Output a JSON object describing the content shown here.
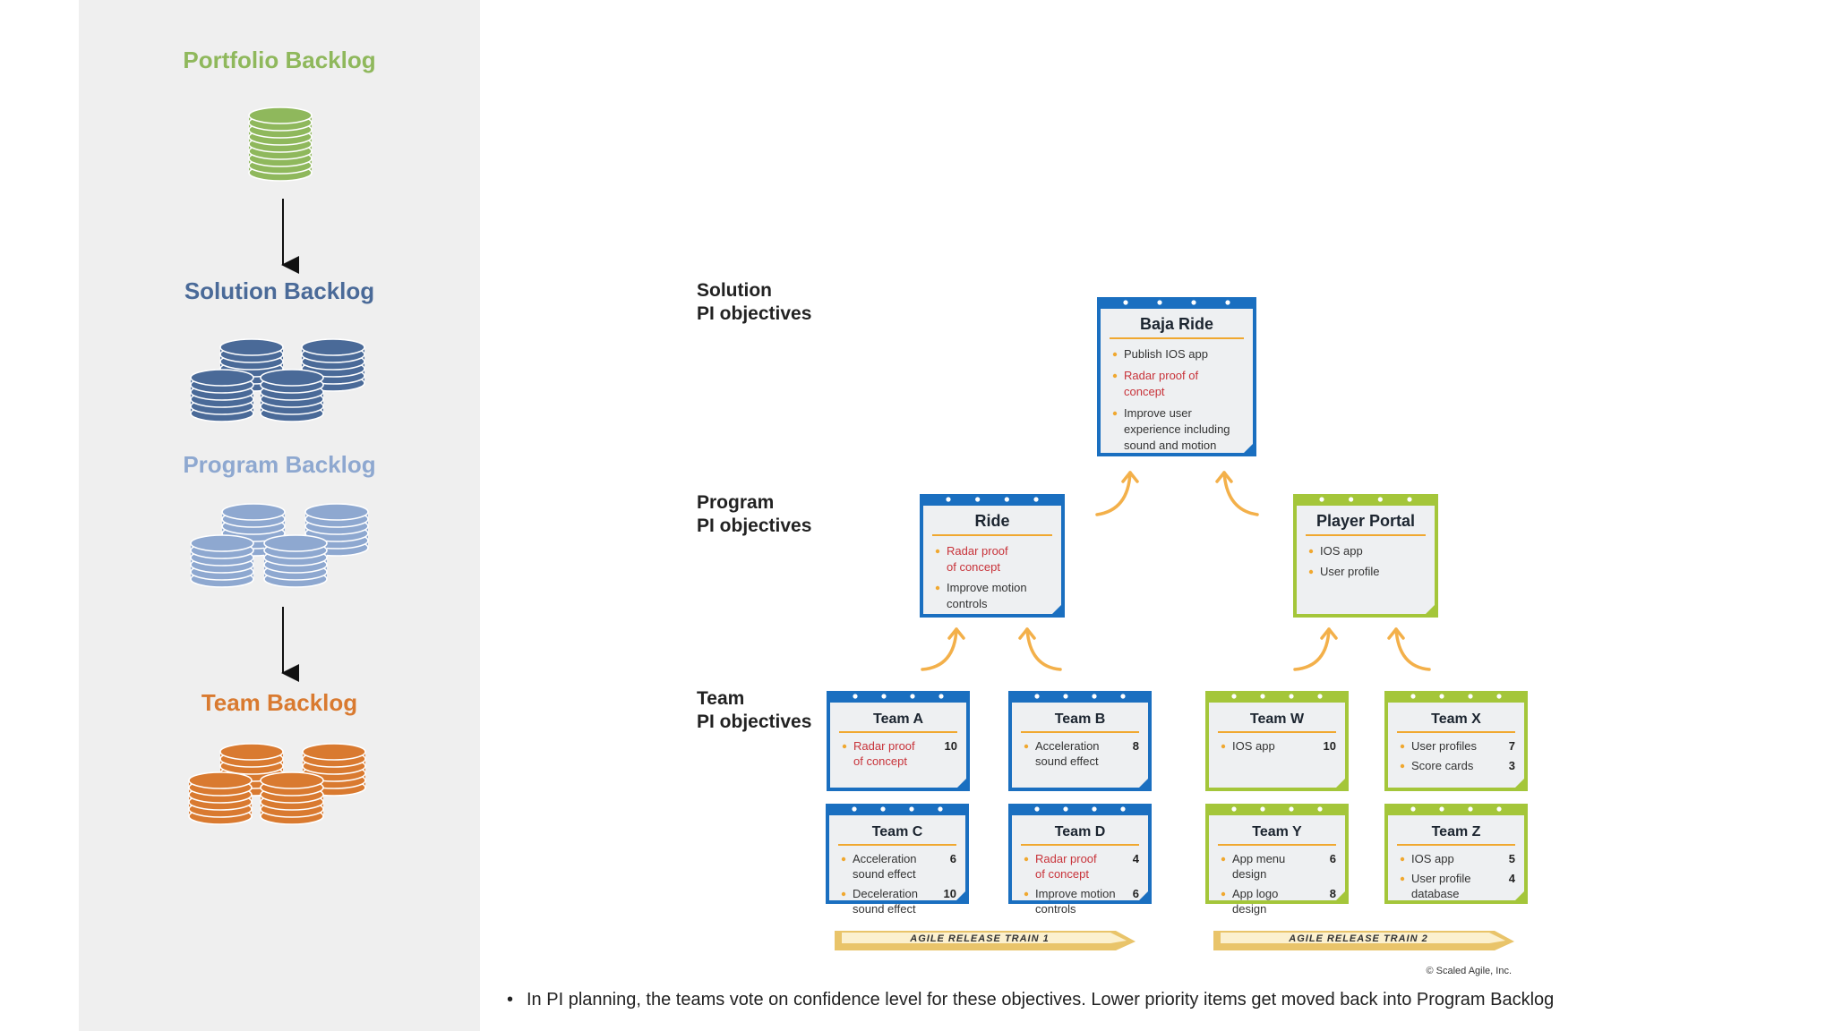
{
  "sidebar": {
    "backlogs": [
      {
        "label": "Portfolio Backlog",
        "color": "#8fb85c"
      },
      {
        "label": "Solution Backlog",
        "color": "#4a6a98"
      },
      {
        "label": "Program Backlog",
        "color": "#8ea8d0"
      },
      {
        "label": "Team Backlog",
        "color": "#d97a30"
      }
    ]
  },
  "diagram": {
    "levels": {
      "solution": [
        "Solution",
        "PI objectives"
      ],
      "program": [
        "Program",
        "PI objectives"
      ],
      "team": [
        "Team",
        "PI objectives"
      ]
    },
    "colors": {
      "blue": "#1a6fc0",
      "green": "#a4c63a",
      "red": "#c8333a",
      "bullet": "#f0a830",
      "arrow": "#f3b04a",
      "card_bg": "#eef0f2"
    },
    "solution_card": {
      "title": "Baja Ride",
      "items": [
        {
          "lines": [
            "Publish IOS app"
          ],
          "red": false
        },
        {
          "lines": [
            "Radar proof of",
            "concept"
          ],
          "red": true
        },
        {
          "lines": [
            "Improve user",
            "experience including",
            "sound and motion"
          ],
          "red": false
        }
      ]
    },
    "program_cards": [
      {
        "title": "Ride",
        "color": "blue",
        "items": [
          {
            "lines": [
              "Radar proof",
              "of concept"
            ],
            "red": true
          },
          {
            "lines": [
              "Improve motion",
              "controls"
            ],
            "red": false
          }
        ]
      },
      {
        "title": "Player Portal",
        "color": "green",
        "items": [
          {
            "lines": [
              "IOS app"
            ],
            "red": false
          },
          {
            "lines": [
              "User profile"
            ],
            "red": false
          }
        ]
      }
    ],
    "team_cards": [
      {
        "title": "Team A",
        "color": "blue",
        "items": [
          {
            "lines": [
              "Radar proof",
              "of concept"
            ],
            "red": true,
            "value": "10"
          }
        ]
      },
      {
        "title": "Team B",
        "color": "blue",
        "items": [
          {
            "lines": [
              "Acceleration",
              "sound effect"
            ],
            "red": false,
            "value": "8"
          }
        ]
      },
      {
        "title": "Team C",
        "color": "blue",
        "items": [
          {
            "lines": [
              "Acceleration",
              "sound effect"
            ],
            "red": false,
            "value": "6"
          },
          {
            "lines": [
              "Deceleration",
              "sound effect"
            ],
            "red": false,
            "value": "10"
          }
        ]
      },
      {
        "title": "Team D",
        "color": "blue",
        "items": [
          {
            "lines": [
              "Radar proof",
              "of concept"
            ],
            "red": true,
            "value": "4"
          },
          {
            "lines": [
              "Improve motion",
              "controls"
            ],
            "red": false,
            "value": "6"
          }
        ]
      },
      {
        "title": "Team W",
        "color": "green",
        "items": [
          {
            "lines": [
              "IOS app"
            ],
            "red": false,
            "value": "10"
          }
        ]
      },
      {
        "title": "Team X",
        "color": "green",
        "items": [
          {
            "lines": [
              "User profiles"
            ],
            "red": false,
            "value": "7"
          },
          {
            "lines": [
              "Score cards"
            ],
            "red": false,
            "value": "3"
          }
        ]
      },
      {
        "title": "Team Y",
        "color": "green",
        "items": [
          {
            "lines": [
              "App menu",
              "design"
            ],
            "red": false,
            "value": "6"
          },
          {
            "lines": [
              "App logo",
              "design"
            ],
            "red": false,
            "value": "8"
          }
        ]
      },
      {
        "title": "Team Z",
        "color": "green",
        "items": [
          {
            "lines": [
              "IOS app"
            ],
            "red": false,
            "value": "5"
          },
          {
            "lines": [
              "User profile",
              "database"
            ],
            "red": false,
            "value": "4"
          }
        ]
      }
    ],
    "trains": [
      "AGILE RELEASE TRAIN 1",
      "AGILE RELEASE TRAIN 2"
    ],
    "copyright": "© Scaled Agile, Inc."
  },
  "note": "In PI planning, the teams vote on confidence level for these objectives. Lower priority items get moved back into Program Backlog"
}
